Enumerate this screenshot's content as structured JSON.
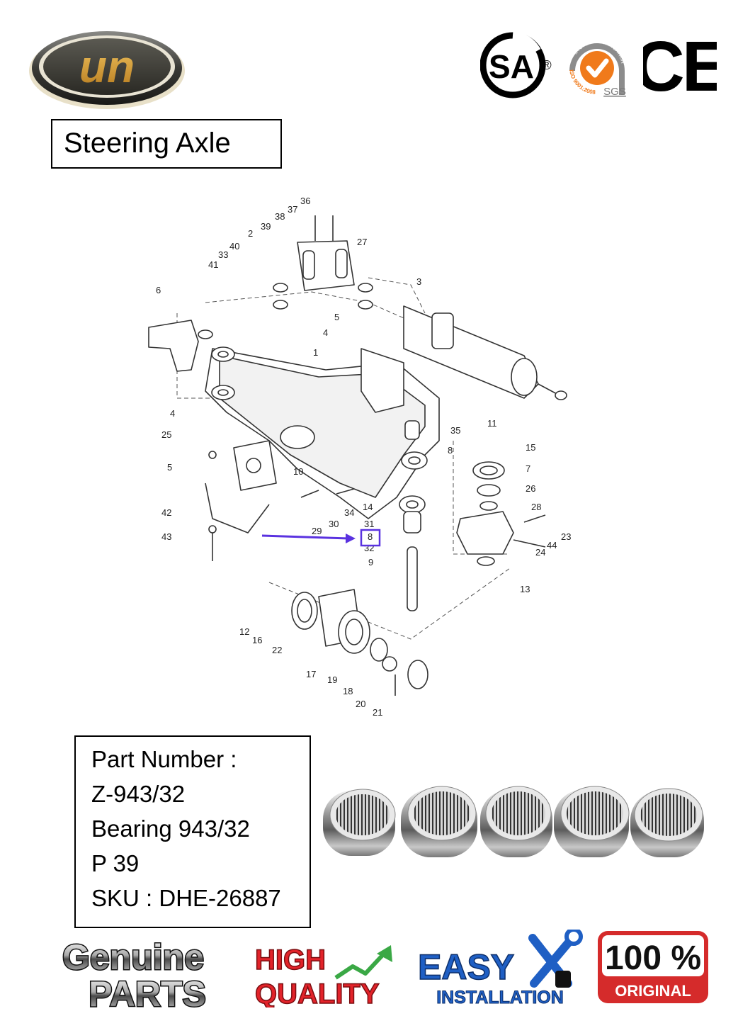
{
  "brand": {
    "logo_text": "un"
  },
  "certifications": {
    "csa": "SA",
    "csa_registered": "®",
    "sgs_ring": "SYSTEM CERTIFICATION",
    "sgs_iso": "ISO 9001:2008",
    "sgs_label": "SGS",
    "ce": "CE"
  },
  "title": "Steering Axle",
  "diagram": {
    "labels": [
      "36",
      "37",
      "38",
      "39",
      "2",
      "27",
      "40",
      "33",
      "41",
      "6",
      "3",
      "5",
      "4",
      "1",
      "11",
      "35",
      "8",
      "15",
      "7",
      "26",
      "28",
      "23",
      "24",
      "44",
      "13",
      "25",
      "4",
      "5",
      "10",
      "30",
      "34",
      "14",
      "31",
      "8",
      "32",
      "9",
      "42",
      "43",
      "29",
      "12",
      "16",
      "22",
      "17",
      "19",
      "18",
      "20",
      "21"
    ],
    "highlight_color": "#5a32e0"
  },
  "part_info": {
    "line1": "Part Number :",
    "line2": "Z-943/32",
    "line3": "Bearing 943/32",
    "line4": "P 39",
    "line5": "SKU :  DHE-26887"
  },
  "badges": {
    "genuine_line1": "Genuine",
    "genuine_line2": "PARTS",
    "quality_line1": "HIGH",
    "quality_line2": "QUALITY",
    "easy_line1": "EASY",
    "easy_line2": "INSTALLATION",
    "original_line1": "100 %",
    "original_line2": "ORIGINAL"
  },
  "colors": {
    "logo_gold": "#d49a2a",
    "quality_red": "#e2232a",
    "quality_green": "#3aa845",
    "easy_blue": "#1f5fc4",
    "original_red": "#d52b2b",
    "sgs_orange": "#f07a1b",
    "arrow": "#5a32e0"
  }
}
